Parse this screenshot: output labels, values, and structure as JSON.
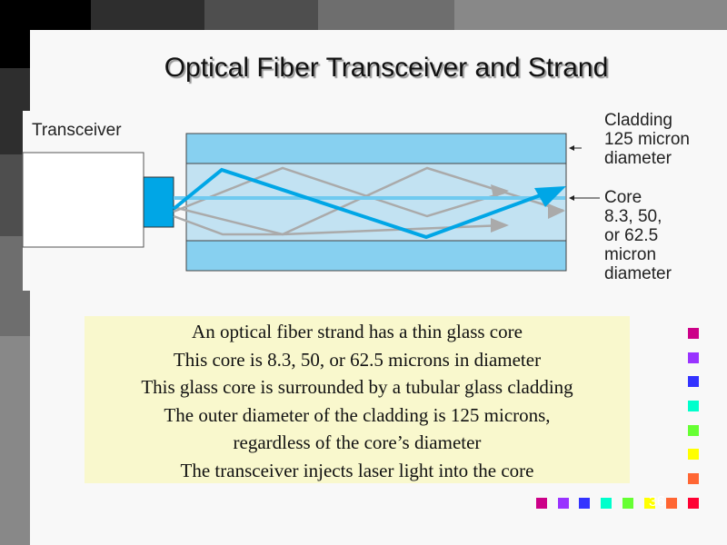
{
  "slide": {
    "title": "Optical Fiber Transceiver and Strand",
    "slide_number": "36"
  },
  "diagram": {
    "transceiver_label": "Transceiver",
    "cladding_label": [
      "Cladding",
      "125 micron",
      "diameter"
    ],
    "core_label": [
      "Core",
      "8.3, 50,",
      "or 62.5",
      "micron",
      "diameter"
    ]
  },
  "bullets": [
    "An optical fiber strand has a thin glass core",
    "This core is 8.3, 50, or 62.5 microns in diameter",
    "This glass core is surrounded by a tubular glass cladding",
    "The outer diameter of the cladding is 125 microns,",
    "regardless of the core’s diameter",
    "The transceiver injects laser light into the core"
  ],
  "colors": {
    "cladding": "#87d0f0",
    "core": "#c2e2f2",
    "ray": "#00a6e6",
    "textbox": "#f9f8cd",
    "squares": [
      "#cc0088",
      "#9933ff",
      "#3333ff",
      "#00ffcc",
      "#66ff33",
      "#ffff00",
      "#ff6633",
      "#ff0033"
    ]
  }
}
